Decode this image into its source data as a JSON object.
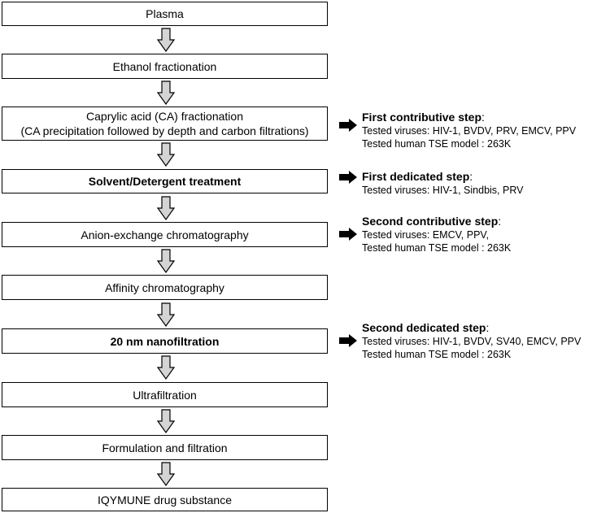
{
  "steps": [
    {
      "label": "Plasma",
      "bold": false
    },
    {
      "label": "Ethanol fractionation",
      "bold": false
    },
    {
      "label": "Caprylic acid (CA) fractionation",
      "label2": "(CA precipitation followed by depth and carbon filtrations)",
      "bold": false
    },
    {
      "label": "Solvent/Detergent treatment",
      "bold": true
    },
    {
      "label": "Anion-exchange chromatography",
      "bold": false
    },
    {
      "label": "Affinity chromatography",
      "bold": false
    },
    {
      "label": "20 nm nanofiltration",
      "bold": true
    },
    {
      "label": "Ultrafiltration",
      "bold": false
    },
    {
      "label": "Formulation and filtration",
      "bold": false
    },
    {
      "label": "IQYMUNE drug substance",
      "bold": false
    }
  ],
  "notes": [
    {
      "title": "First contributive step",
      "colon": ":",
      "lines": [
        "Tested viruses: HIV-1, BVDV, PRV, EMCV, PPV",
        "Tested human TSE model : 263K"
      ]
    },
    {
      "title": "First dedicated step",
      "colon": ":",
      "lines": [
        "Tested viruses: HIV-1, Sindbis, PRV"
      ]
    },
    {
      "title": "Second contributive step",
      "colon": ":",
      "lines": [
        "Tested viruses: EMCV, PPV,",
        "Tested human TSE model : 263K"
      ]
    },
    {
      "title": "Second dedicated step",
      "colon": ":",
      "lines": [
        "Tested viruses: HIV-1, BVDV, SV40, EMCV, PPV",
        "Tested human TSE model : 263K"
      ]
    }
  ],
  "colors": {
    "arrow_fill": "#d4d4d4",
    "arrow_stroke": "#000000",
    "box_border": "#000000"
  }
}
